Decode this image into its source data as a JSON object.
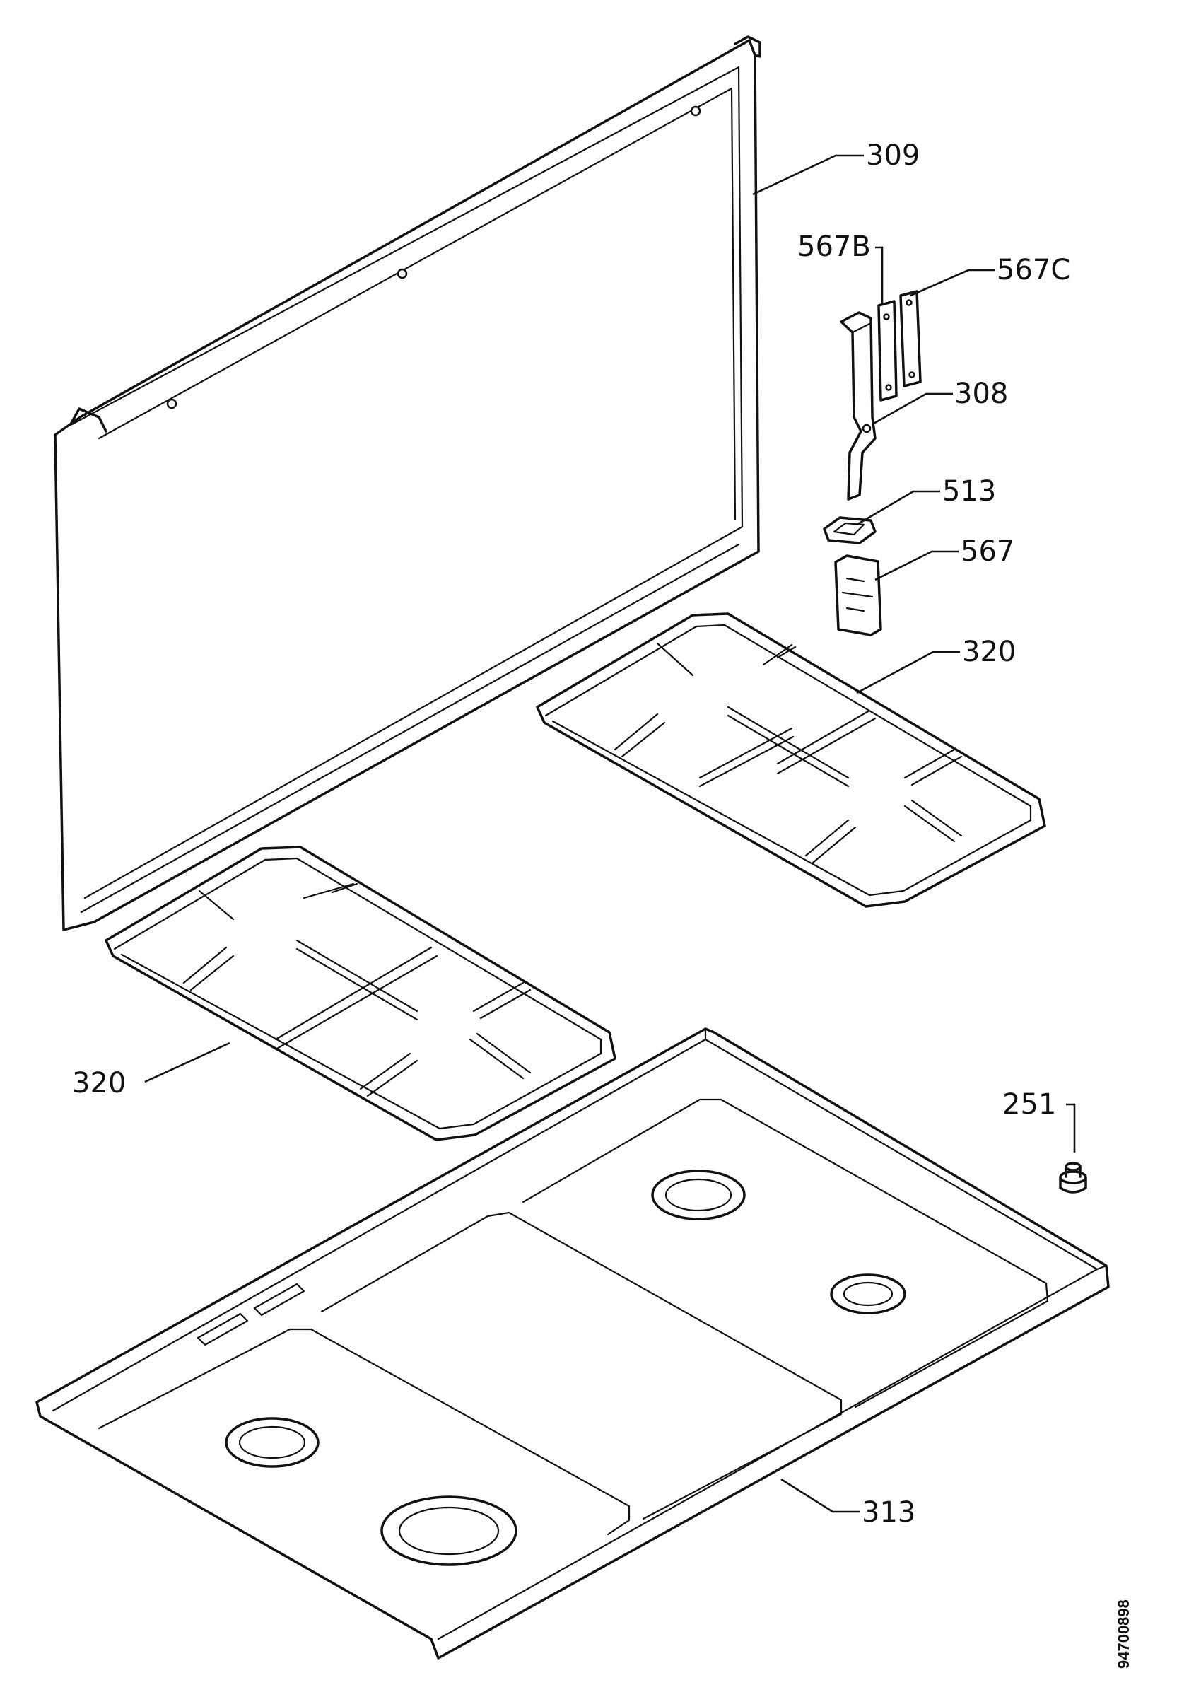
{
  "callouts": {
    "c309": "309",
    "c567b": "567B",
    "c567c": "567C",
    "c308": "308",
    "c513": "513",
    "c567": "567",
    "c320_right": "320",
    "c320_left": "320",
    "c251": "251",
    "c313": "313"
  },
  "document_number": "94700898"
}
